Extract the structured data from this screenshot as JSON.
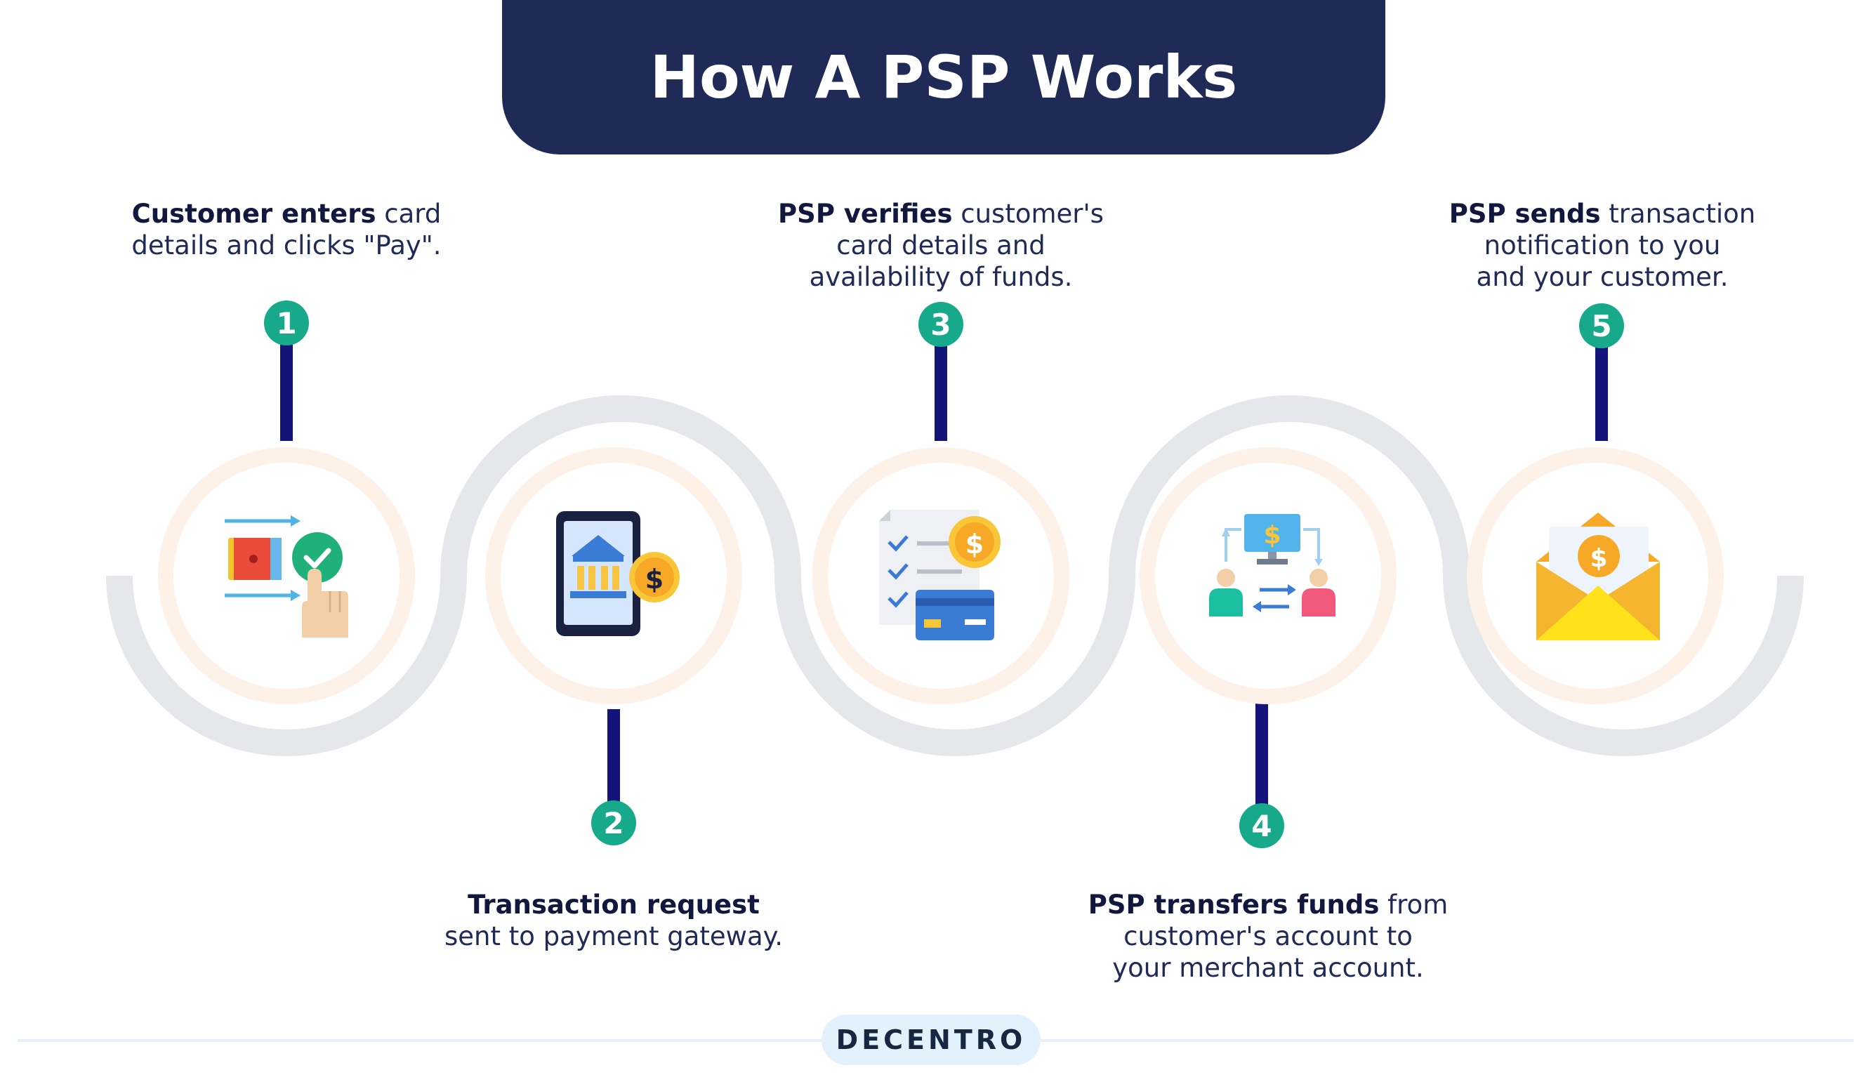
{
  "title": "How A PSP Works",
  "steps": [
    {
      "number": "1",
      "bold": "Customer enters",
      "rest_1": " card",
      "line_2": "details and clicks \"Pay\".",
      "icon": "card-payment-tap-icon"
    },
    {
      "number": "2",
      "bold": "Transaction request",
      "line_2": "sent to payment gateway.",
      "icon": "mobile-bank-icon"
    },
    {
      "number": "3",
      "bold": "PSP verifies",
      "rest_1": " customer's",
      "line_2": "card details and",
      "line_3": "availability of funds.",
      "icon": "verification-checklist-icon"
    },
    {
      "number": "4",
      "bold": "PSP transfers funds",
      "rest_1": " from",
      "line_2": "customer's account to",
      "line_3": "your merchant account.",
      "icon": "fund-transfer-icon"
    },
    {
      "number": "5",
      "bold": "PSP sends",
      "rest_1": " transaction",
      "line_2": "notification to you",
      "line_3": "and your customer.",
      "icon": "envelope-notification-icon"
    }
  ],
  "brand": "DECENTRO",
  "colors": {
    "title_bg": "#1f2a56",
    "badge": "#16a98a",
    "connector": "#14137a",
    "wave": "#e6e7ea",
    "ring": "#fdf1e8"
  }
}
